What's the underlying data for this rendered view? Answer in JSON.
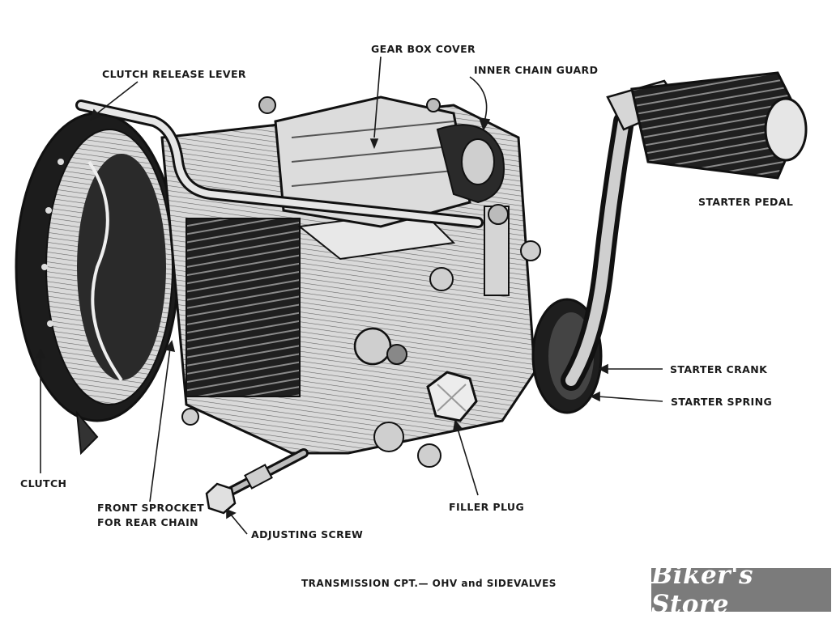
{
  "labels": {
    "gear_box_cover": "GEAR BOX COVER",
    "clutch_release_lever": "CLUTCH RELEASE LEVER",
    "inner_chain_guard": "INNER CHAIN GUARD",
    "starter_pedal": "STARTER PEDAL",
    "starter_crank": "STARTER CRANK",
    "starter_spring": "STARTER SPRING",
    "clutch": "CLUTCH",
    "front_sprocket_line1": "FRONT SPROCKET",
    "front_sprocket_line2": "FOR REAR CHAIN",
    "filler_plug": "FILLER PLUG",
    "adjusting_screw": "ADJUSTING SCREW"
  },
  "caption": "TRANSMISSION CPT.— OHV and SIDEVALVES",
  "watermark": "Biker's Store",
  "colors": {
    "ink": "#1a1a1a",
    "badge": "#7b7b7b"
  }
}
